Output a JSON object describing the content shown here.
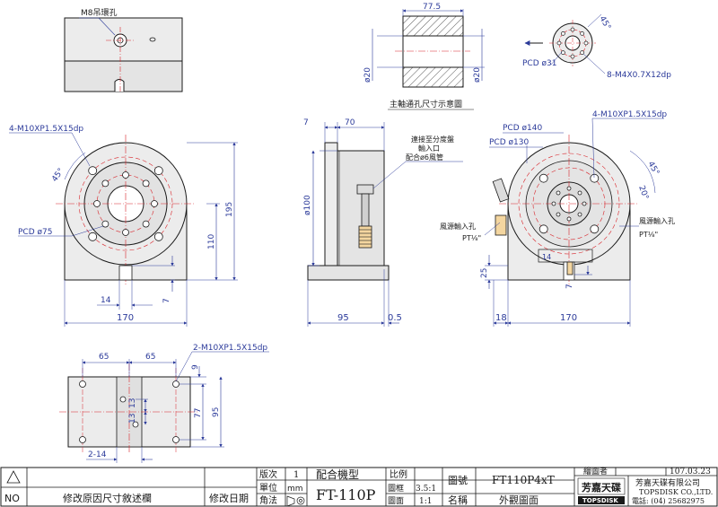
{
  "colors": {
    "ink": "#1a1a1a",
    "dim": "#2b3a9a",
    "center": "#d8242a",
    "body": "#e9e9e9",
    "fill": "#d9d9d9"
  },
  "top_left": {
    "callout": "M8吊環孔"
  },
  "spindle": {
    "width": "77.5",
    "dia_left": "ø20",
    "dia_right": "ø20",
    "caption": "主軸通孔尺寸示意圖"
  },
  "flange": {
    "pcd": "PCD  ø31",
    "holes": "8-M4X0.7X12dp",
    "angle": "45°"
  },
  "front": {
    "tap_holes": "4-M10XP1.5X15dp",
    "angle": "45°",
    "pcd": "PCD  ø75",
    "height_total": "195",
    "height_center": "110",
    "slot_width": "14",
    "slot_depth": "7",
    "width": "170"
  },
  "side": {
    "top_left": "7",
    "top_width": "70",
    "diameter": "ø100",
    "note_line1": "連接至分度盤",
    "note_line2": "輸入口",
    "note_line3": "配合ø6風管",
    "base_width": "95",
    "offset": "0.5"
  },
  "right": {
    "pcd_140": "PCD  ø140",
    "pcd_130": "PCD  ø130",
    "tap_holes": "4-M10XP1.5X15dp",
    "angle_45": "45°",
    "angle_20": "20°",
    "air_left_1": "風源輸入孔",
    "air_left_2": "PT⅛\"",
    "air_right_1": "風源輸入孔",
    "air_right_2": "PT⅛\"",
    "slot_width": "14",
    "dim_25": "25",
    "dim_7": "7",
    "dim_18": "18",
    "width": "170"
  },
  "bottom": {
    "spacing_left": "65",
    "spacing_right": "65",
    "tap_holes": "2-M10XP1.5X15dp",
    "dim_9": "9",
    "dim_77": "77",
    "dim_95": "95",
    "dim_13a": "13",
    "dim_13b": "13",
    "slot": "2-14"
  },
  "title_block": {
    "no": "NO",
    "revision_desc": "修改原因尺寸敘述欄",
    "revision_date": "修改日期",
    "version_label": "版次",
    "version": "1",
    "unit_label": "單位",
    "unit": "mm",
    "angle_label": "角法",
    "match_label": "配合機型",
    "model": "FT-110P",
    "scale_label": "比例",
    "scale_a_label": "圖框",
    "scale_a": "3.5:1",
    "scale_b_label": "圖面",
    "scale_b": "1:1",
    "drawing_no_label": "圖號",
    "drawing_no": "FT110P4xT",
    "name_label": "名稱",
    "name": "外觀圖面",
    "drawer_label": "繪圖者",
    "date": "107.03.23",
    "logo_cn": "芳嘉天碟",
    "logo_en": "TOPSDISK",
    "company_cn": "芳嘉天碟有限公司",
    "company_en": "TOPSDISK CO.,LTD.",
    "phone": "電話: (04) 25682975"
  }
}
